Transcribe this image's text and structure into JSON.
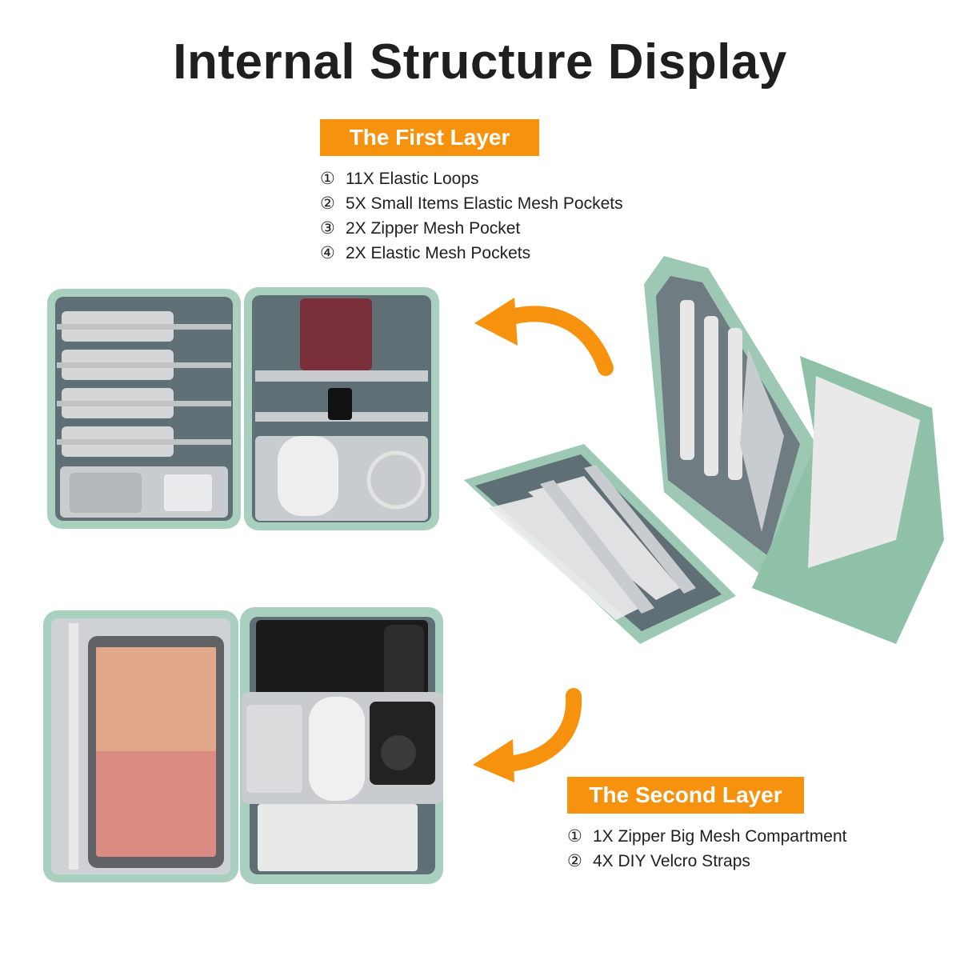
{
  "title": "Internal Structure Display",
  "first_layer": {
    "label": "The First Layer",
    "items": [
      {
        "num": "①",
        "text": "11X Elastic Loops"
      },
      {
        "num": "②",
        "text": "5X Small Items Elastic Mesh Pockets"
      },
      {
        "num": "③",
        "text": "2X Zipper Mesh Pocket"
      },
      {
        "num": "④",
        "text": "2X Elastic Mesh Pockets"
      }
    ]
  },
  "second_layer": {
    "label": "The Second Layer",
    "items": [
      {
        "num": "①",
        "text": "1X Zipper Big Mesh Compartment"
      },
      {
        "num": "②",
        "text": "4X DIY Velcro Straps"
      }
    ]
  },
  "colors": {
    "accent": "#f7920e",
    "case_green": "#9cc8b4",
    "case_lining": "#5f6f76",
    "mesh": "#c9ccce"
  },
  "icons": [
    "curved-arrow-left-icon",
    "curved-arrow-down-left-icon"
  ]
}
